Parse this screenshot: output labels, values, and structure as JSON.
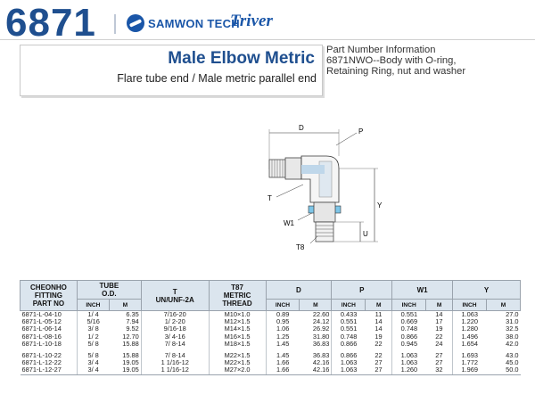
{
  "header": {
    "part_number": "6871",
    "brand1": "SAMWON TECH",
    "brand2": "Triver"
  },
  "title": {
    "main": "Male Elbow Metric",
    "sub": "Flare tube end / Male metric parallel end"
  },
  "part_info": {
    "heading": "Part Number Information",
    "line1": "6871NWO--Body with O-ring,",
    "line2": "Retaining Ring, nut and washer"
  },
  "diagram": {
    "label_d": "D",
    "label_p": "P",
    "label_t": "T",
    "label_w1": "W1",
    "label_y": "Y",
    "label_t8": "T8",
    "label_u": "U"
  },
  "table": {
    "headers": {
      "part_no_1": "CHEONHO",
      "part_no_2": "FITTING",
      "part_no_3": "PART NO",
      "tube_1": "TUBE",
      "tube_2": "O.D.",
      "t_1": "T",
      "t_2": "UN/UNF-2A",
      "t87_1": "T87",
      "t87_2": "METRIC",
      "t87_3": "THREAD",
      "d": "D",
      "p": "P",
      "w1": "W1",
      "y": "Y",
      "inch": "INCH",
      "m": "M"
    },
    "rows": [
      [
        "6871-L-04-10",
        "1/ 4",
        "6.35",
        "7/16-20",
        "M10×1.0",
        "0.89",
        "22.60",
        "0.433",
        "11",
        "0.551",
        "14",
        "1.063",
        "27.0"
      ],
      [
        "6871-L-05-12",
        "5/16",
        "7.94",
        "1/ 2-20",
        "M12×1.5",
        "0.95",
        "24.12",
        "0.551",
        "14",
        "0.669",
        "17",
        "1.220",
        "31.0"
      ],
      [
        "6871-L-06-14",
        "3/ 8",
        "9.52",
        "9/16-18",
        "M14×1.5",
        "1.06",
        "26.92",
        "0.551",
        "14",
        "0.748",
        "19",
        "1.280",
        "32.5"
      ],
      [
        "6871-L-08-16",
        "1/ 2",
        "12.70",
        "3/ 4-16",
        "M16×1.5",
        "1.25",
        "31.80",
        "0.748",
        "19",
        "0.866",
        "22",
        "1.496",
        "38.0"
      ],
      [
        "6871-L-10-18",
        "5/ 8",
        "15.88",
        "7/ 8-14",
        "M18×1.5",
        "1.45",
        "36.83",
        "0.866",
        "22",
        "0.945",
        "24",
        "1.654",
        "42.0"
      ],
      [
        "6871-L-10-22",
        "5/ 8",
        "15.88",
        "7/ 8-14",
        "M22×1.5",
        "1.45",
        "36.83",
        "0.866",
        "22",
        "1.063",
        "27",
        "1.693",
        "43.0"
      ],
      [
        "6871-L-12-22",
        "3/ 4",
        "19.05",
        "1 1/16-12",
        "M22×1.5",
        "1.66",
        "42.16",
        "1.063",
        "27",
        "1.063",
        "27",
        "1.772",
        "45.0"
      ],
      [
        "6871-L-12-27",
        "3/ 4",
        "19.05",
        "1 1/16-12",
        "M27×2.0",
        "1.66",
        "42.16",
        "1.063",
        "27",
        "1.260",
        "32",
        "1.969",
        "50.0"
      ]
    ]
  }
}
